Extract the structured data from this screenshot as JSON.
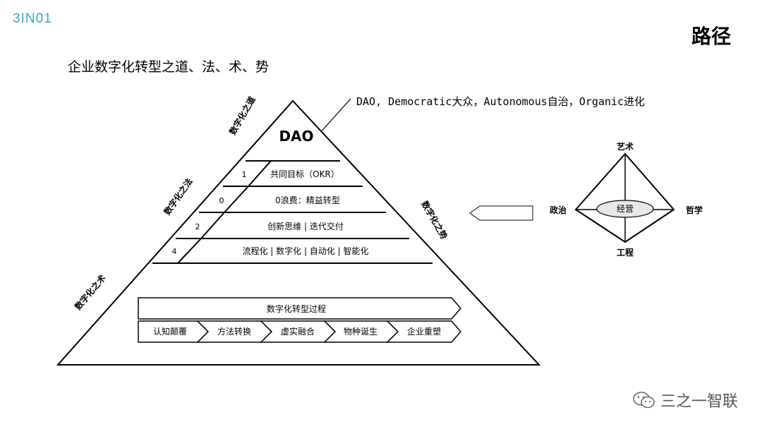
{
  "brand": {
    "logo_text": "3IN01"
  },
  "header": {
    "title": "路径",
    "subtitle": "企业数字化转型之道、法、术、势"
  },
  "callout": "DAO, Democratic大众，Autonomous自治，Organic进化",
  "pyramid": {
    "top_label": "DAO",
    "layers": [
      {
        "number": "1",
        "text": "共同目标（OKR）"
      },
      {
        "number": "0",
        "text": "0浪费：精益转型"
      },
      {
        "number": "2",
        "text": "创新思维 | 迭代交付"
      },
      {
        "number": "4",
        "text": "流程化 | 数字化 | 自动化 | 智能化"
      }
    ],
    "side_labels": {
      "dao": "数字化之道",
      "fa": "数字化之法",
      "shu": "数字化之术",
      "shi": "数字化之势"
    },
    "process": {
      "title": "数字化转型过程",
      "steps": [
        "认知颠覆",
        "方法转换",
        "虚实融合",
        "物种诞生",
        "企业重塑"
      ]
    }
  },
  "diamond": {
    "top": "艺术",
    "left": "政治",
    "right": "哲学",
    "bottom": "工程",
    "center": "经营"
  },
  "watermark": {
    "text": "三之一智联"
  },
  "colors": {
    "logo": "#3aa6c9",
    "line": "#000000"
  }
}
